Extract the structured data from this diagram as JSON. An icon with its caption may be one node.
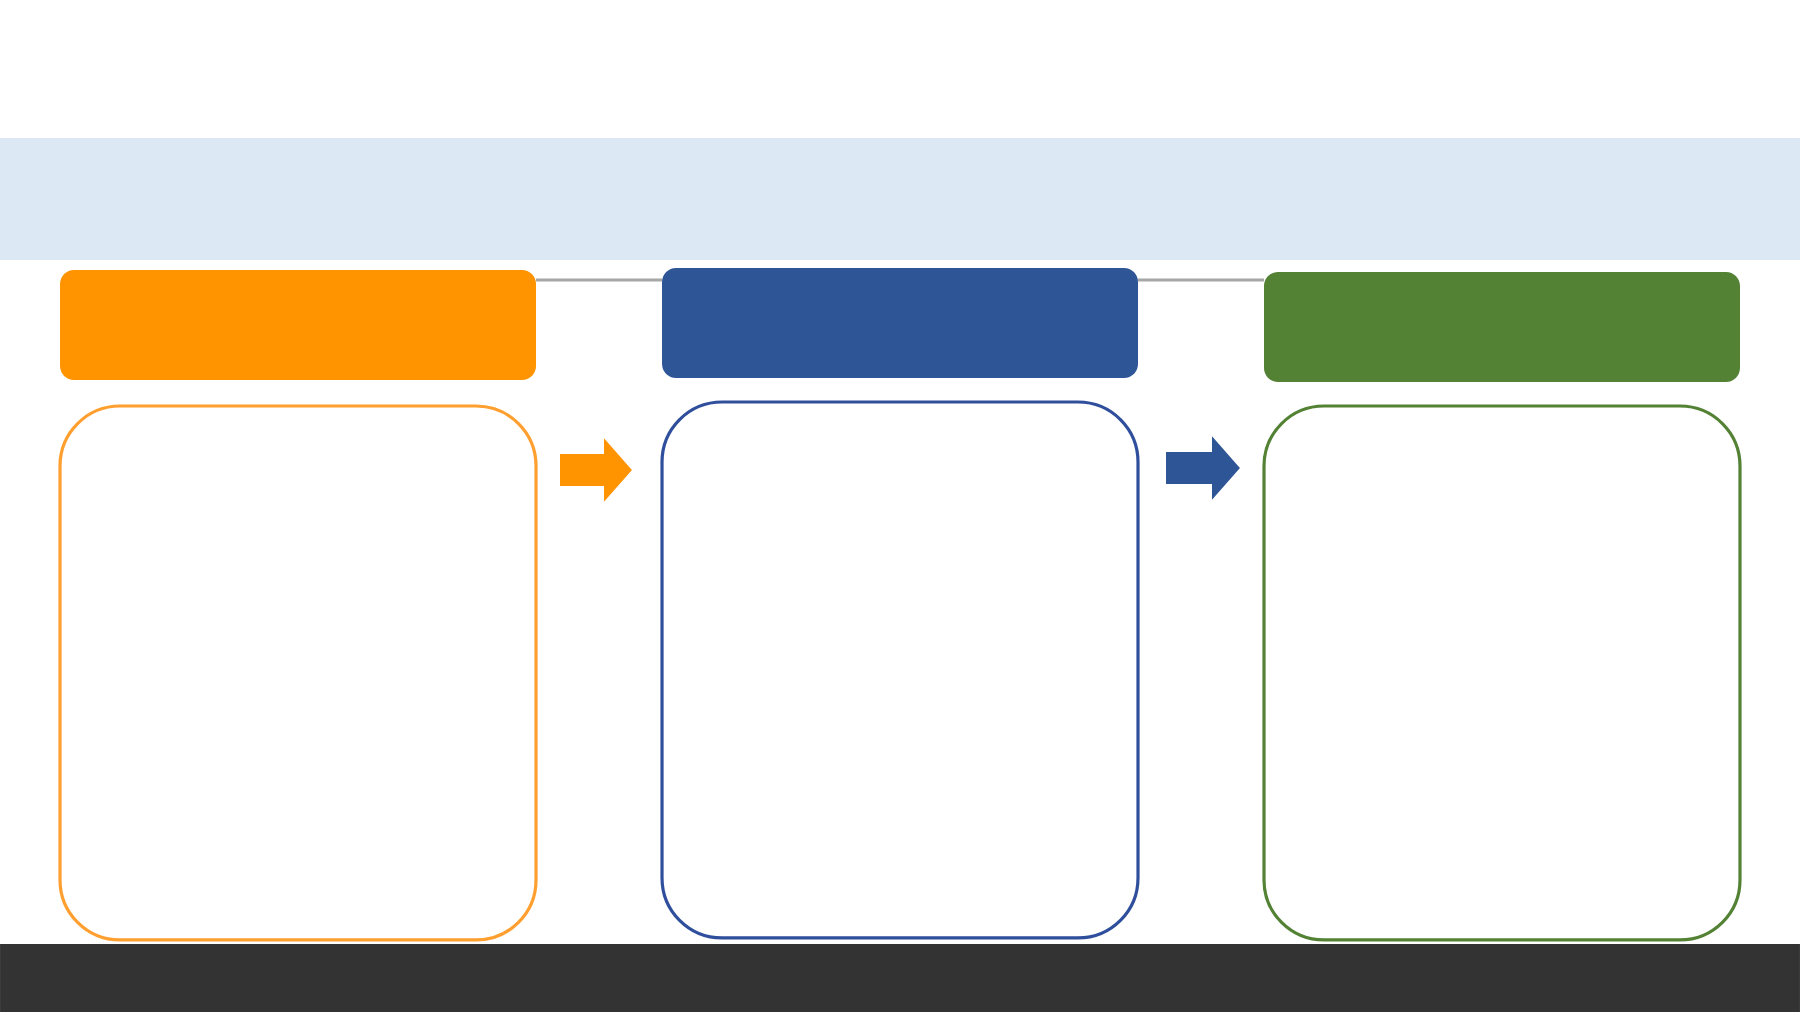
{
  "diagram": {
    "nodes": [
      {
        "text": [],
        "shape": "bar"
      },
      {
        "text": [],
        "shape": "box"
      },
      {
        "text": [],
        "shape": "box"
      },
      {
        "text": [],
        "shape": "box"
      },
      {
        "text": [],
        "shape": "box"
      },
      {
        "text": [],
        "shape": "box"
      },
      {
        "text": [],
        "shape": "box"
      },
      {
        "text": [],
        "shape": "bar"
      }
    ],
    "edges": [
      {
        "from": 1,
        "to": 2,
        "arrow": "none",
        "color": "#a6a6a6"
      },
      {
        "from": 2,
        "to": 3,
        "arrow": "none",
        "color": "#a6a6a6"
      },
      {
        "from": 4,
        "to": 5,
        "arrow": "to",
        "style": "thick",
        "color": "#ff9300"
      },
      {
        "from": 5,
        "to": 6,
        "arrow": "to",
        "style": "thick",
        "color": "#2e5596"
      }
    ]
  }
}
